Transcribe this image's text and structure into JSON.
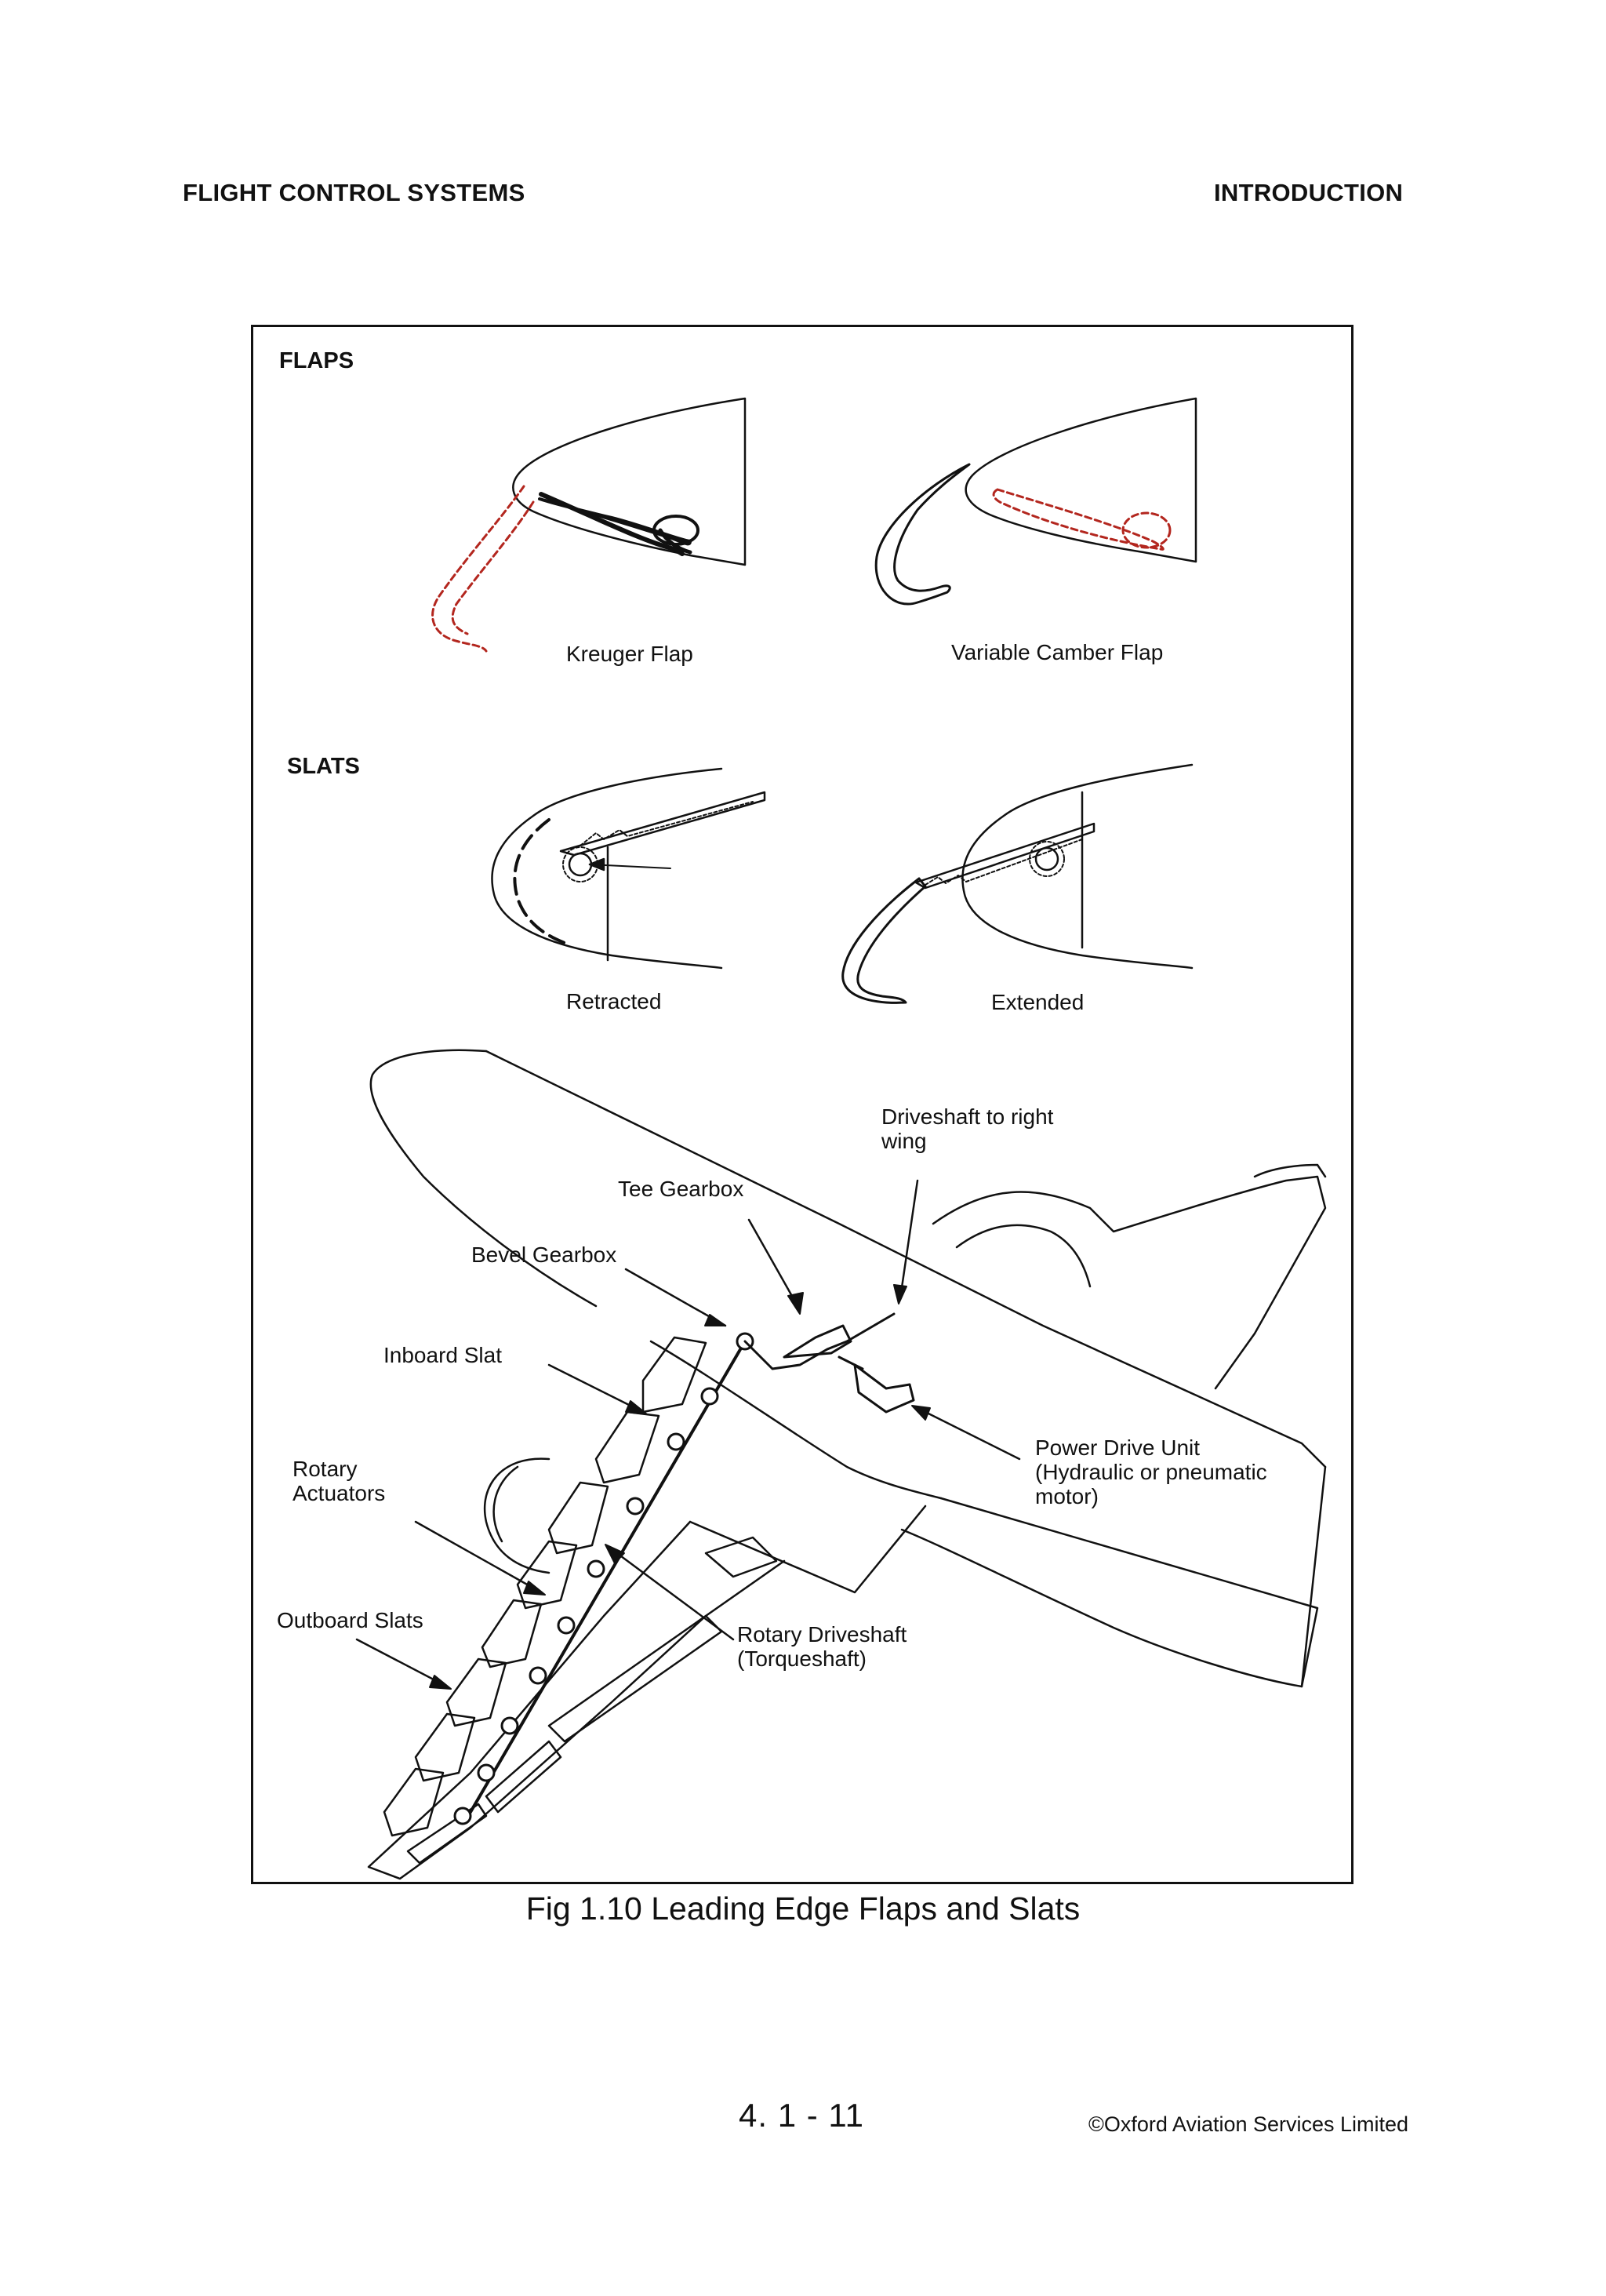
{
  "header": {
    "left": "FLIGHT CONTROL SYSTEMS",
    "right": "INTRODUCTION"
  },
  "figure": {
    "flaps_heading": "FLAPS",
    "slats_heading": "SLATS",
    "labels": {
      "kreuger_flap": "Kreuger Flap",
      "variable_camber_flap": "Variable Camber Flap",
      "retracted": "Retracted",
      "extended": "Extended",
      "driveshaft_right_wing": "Driveshaft to right\nwing",
      "tee_gearbox": "Tee Gearbox",
      "bevel_gearbox": "Bevel Gearbox",
      "inboard_slat": "Inboard Slat",
      "rotary_actuators": "Rotary\nActuators",
      "power_drive_unit": "Power Drive Unit\n(Hydraulic or pneumatic\nmotor)",
      "outboard_slats": "Outboard Slats",
      "rotary_driveshaft": "Rotary Driveshaft\n(Torqueshaft)"
    },
    "caption": "Fig 1.10 Leading Edge Flaps and Slats"
  },
  "footer": {
    "page_number": "4. 1 - 11",
    "copyright": "©Oxford Aviation Services Limited"
  },
  "colors": {
    "ink": "#111111",
    "deployed_dashed_red": "#b3261e"
  }
}
